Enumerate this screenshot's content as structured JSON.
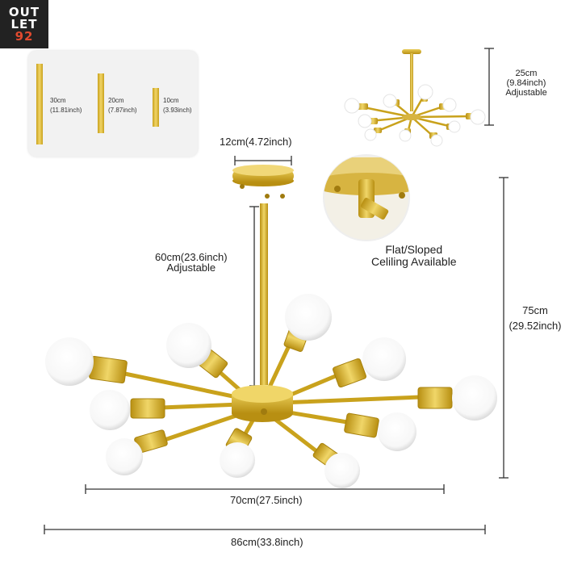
{
  "brand": {
    "line1": "OUT",
    "line2": "LET",
    "line3": "92",
    "color_main": "#ffffff",
    "color_accent": "#e04a2f"
  },
  "rods": [
    {
      "length": "30cm",
      "inch": "(11.81inch)"
    },
    {
      "length": "20cm",
      "inch": "(7.87inch)"
    },
    {
      "length": "10cm",
      "inch": "(3.93inch)"
    }
  ],
  "dims": {
    "canopy": "12cm(4.72inch)",
    "rod_length": "60cm(23.6inch)",
    "rod_adjustable": "Adjustable",
    "height_cm": "75cm",
    "height_inch": "(29.52inch)",
    "inner_width": "70cm(27.5inch)",
    "outer_width": "86cm(33.8inch)",
    "small_height_cm": "25cm",
    "small_height_inch": "(9.84inch)",
    "small_adjustable": "Adjustable"
  },
  "ceiling_note": {
    "line1": "Flat/Sloped",
    "line2": "Celiling Available"
  },
  "colors": {
    "brass": "#c9a21c",
    "brass_light": "#f0d668",
    "bulb": "#ffffff"
  }
}
